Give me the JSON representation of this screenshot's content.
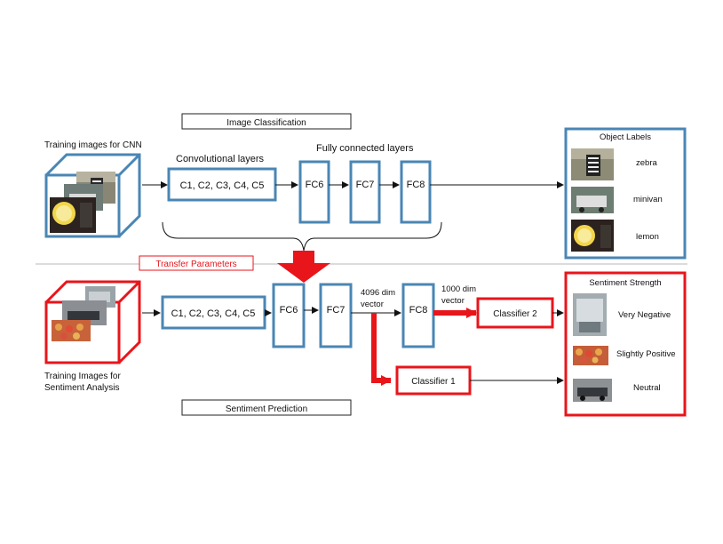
{
  "sections": {
    "top_title": "Image Classification",
    "bottom_title": "Sentiment Prediction",
    "transfer": "Transfer Parameters"
  },
  "top": {
    "training_label": "Training images for CNN",
    "conv_header": "Convolutional layers",
    "fc_header": "Fully connected layers",
    "conv_box": "C1, C2, C3, C4, C5",
    "fc6": "FC6",
    "fc7": "FC7",
    "fc8": "FC8",
    "output_title": "Object Labels",
    "outputs": [
      "zebra",
      "minivan",
      "lemon"
    ]
  },
  "bottom": {
    "training_label_1": "Training Images for",
    "training_label_2": "Sentiment Analysis",
    "conv_box": "C1, C2, C3, C4, C5",
    "fc6": "FC6",
    "fc7": "FC7",
    "fc8": "FC8",
    "vec4096_1": "4096 dim",
    "vec4096_2": "vector",
    "vec1000_1": "1000 dim",
    "vec1000_2": "vector",
    "classifier2": "Classifier 2",
    "classifier1": "Classifier 1",
    "output_title": "Sentiment Strength",
    "outputs": [
      "Very Negative",
      "Slightly Positive",
      "Neutral"
    ]
  },
  "colors": {
    "blue": "#4a86b4",
    "red": "#e8151b",
    "divider": "#b8b8b8"
  }
}
